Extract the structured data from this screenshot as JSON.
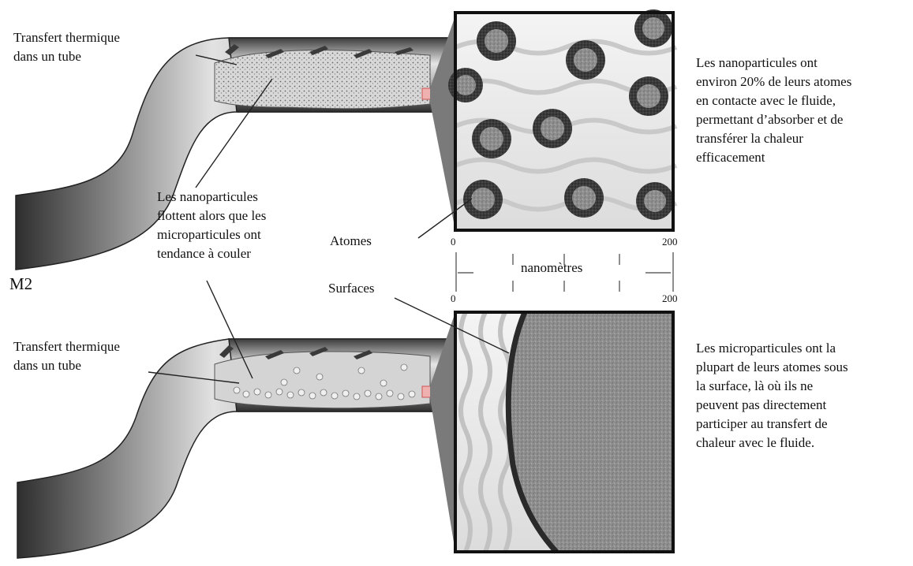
{
  "figure_label": "M2",
  "top_panel": {
    "tube_label": "Transfert thermique\ndans un tube",
    "description": "Les nanoparticules  ont\nenviron 20% de leurs atomes\nen contacte  avec le fluide,\npermettant d’absorber et de\ntransférer la chaleur\nefficacement"
  },
  "middle": {
    "note": "Les nanoparticules\nflottent alors que les\nmicroparticules  ont\ntendance à couler",
    "atoms_label": "Atomes",
    "surfaces_label": "Surfaces",
    "scale": {
      "unit": "nanomètres",
      "top_min": "0",
      "top_max": "200",
      "bottom_min": "0",
      "bottom_max": "200"
    }
  },
  "bottom_panel": {
    "tube_label": "Transfert thermique\ndans un tube",
    "description": "Les microparticules  ont la\nplupart de leurs  atomes  sous\nla surface, là où ils ne\npeuvent pas directement\nparticiper au transfert de\nchaleur avec le fluide."
  },
  "colors": {
    "tube_dark": "#4a4a4a",
    "tube_light": "#e4e4e4",
    "particle_ring": "#333333",
    "particle_core": "#8c8c8c",
    "marker": "#e9a0a0"
  }
}
